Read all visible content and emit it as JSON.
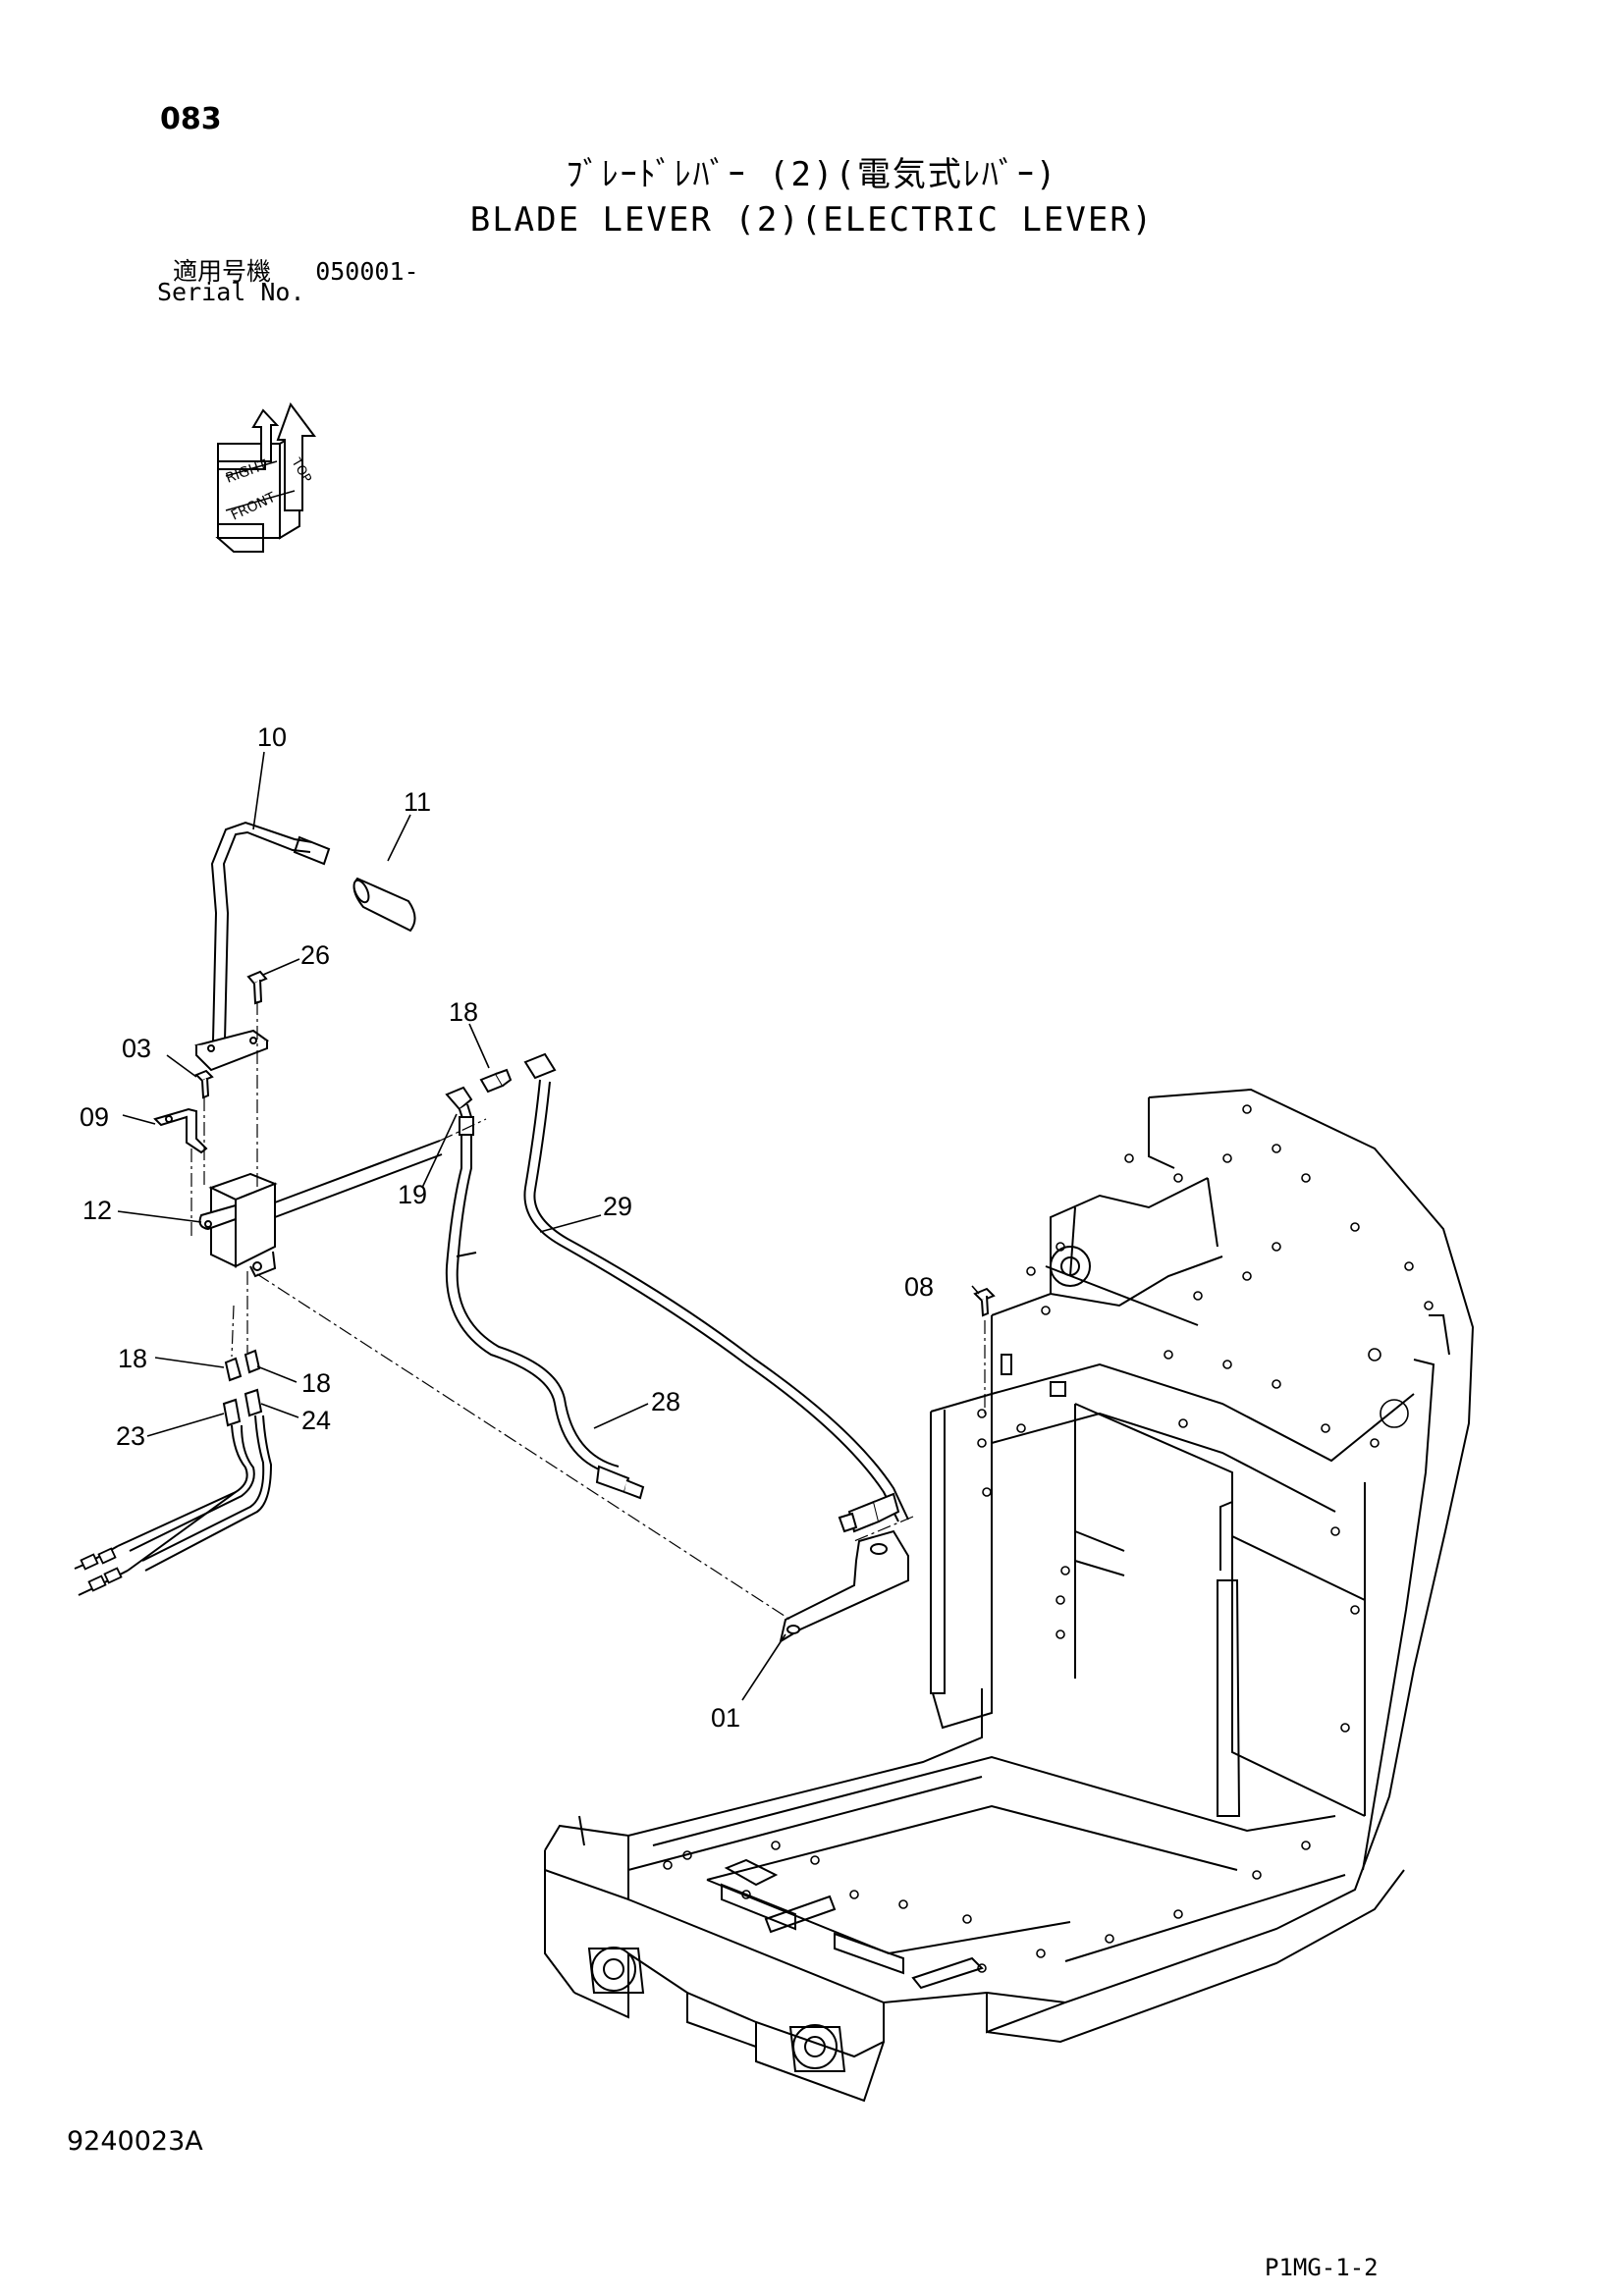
{
  "header": {
    "page_number": "083",
    "title_jp": "ﾌﾞﾚｰﾄﾞﾚﾊﾞｰ (2)(電気式ﾚﾊﾞｰ)",
    "title_en": "BLADE LEVER (2)(ELECTRIC LEVER)",
    "serial_label_jp": "適用号機",
    "serial_value": "050001-",
    "serial_label_en": "Serial No."
  },
  "orientation_icon": {
    "labels": [
      "TOP",
      "RIGHT",
      "FRONT"
    ]
  },
  "callouts": [
    "10",
    "11",
    "26",
    "18",
    "03",
    "09",
    "19",
    "29",
    "12",
    "08",
    "18",
    "18",
    "24",
    "23",
    "28",
    "01"
  ],
  "footer": {
    "drawing_code": "9240023A",
    "sheet_code": "P1MG-1-2"
  }
}
